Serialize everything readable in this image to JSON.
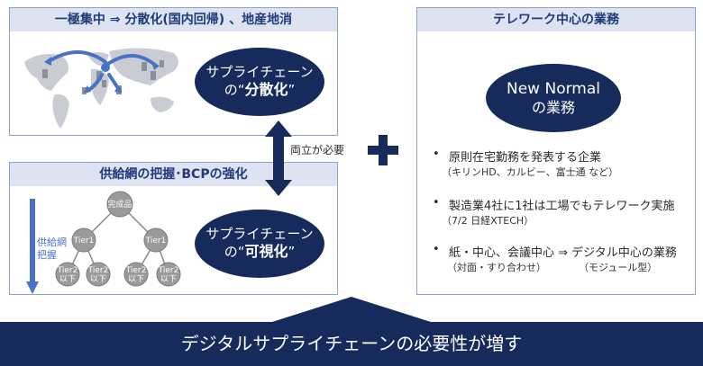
{
  "top_left": {
    "header": "一極集中 ⇒ 分散化(国内回帰) 、地産地消",
    "oval_line1": "サプライチェーン",
    "oval_prefix": "の“",
    "oval_strong": "分散化",
    "oval_suffix": "”"
  },
  "bottom_left": {
    "header": "供給網の把握･BCPの強化",
    "side_label": [
      "供給網",
      "把握"
    ],
    "tree": {
      "root": "完成品",
      "tier1": [
        "Tier1",
        "Tier1"
      ],
      "tier2_line1": [
        "Tier2",
        "Tier2",
        "Tier2",
        "Tier2"
      ],
      "tier2_line2": [
        "以下",
        "以下",
        "以下",
        "以下"
      ]
    },
    "oval_line1": "サプライチェーン",
    "oval_prefix": "の“",
    "oval_strong": "可視化",
    "oval_suffix": "”"
  },
  "connector": {
    "label": "両立が必要"
  },
  "right": {
    "header": "テレワーク中心の業務",
    "oval_line1": "New Normal",
    "oval_line2": "の業務",
    "bullets": [
      {
        "main": "原則在宅勤務を発表する企業",
        "sub": "（キリンHD、カルビー、富士通 など）"
      },
      {
        "main": "製造業4社に1社は工場でもテレワーク実施",
        "sub": "（7/2 日経XTECH）"
      },
      {
        "main": "紙・中心、会議中心 ⇒ デジタル中心の業務",
        "sub": "（対面・すり合わせ）",
        "sub2": "（モジュール型）"
      }
    ],
    "bullet_char": "•"
  },
  "banner": {
    "text": "デジタルサプライチェーンの必要性が増す"
  },
  "colors": {
    "navy": "#172a5c",
    "header_bg": "#dde3f1",
    "header_text": "#1f3a7a",
    "arrow_blue": "#4a72c4",
    "node_gray": "#9a9a9a"
  },
  "icons": {
    "map": "world-map-icon",
    "plus": "plus-icon",
    "updown": "double-arrow-icon"
  }
}
